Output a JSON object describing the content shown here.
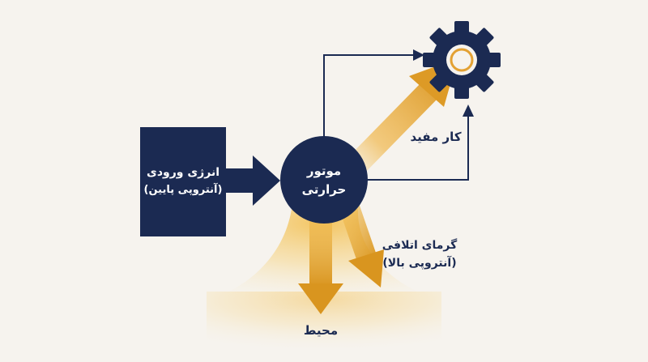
{
  "input_box": {
    "line1": "انرژی ورودی",
    "line2": "(آنتروپی پایین)"
  },
  "engine": {
    "line1": "موتور",
    "line2": "حرارتی"
  },
  "useful_work": {
    "label": "کار مفید"
  },
  "waste_heat": {
    "line1": "گرمای اتلافی",
    "line2": "(آنتروپی بالا)"
  },
  "environment": {
    "label": "محیط"
  },
  "colors": {
    "navy": "#1b2a52",
    "orange": "#e0a02e",
    "background": "#f6f3ee",
    "gear_ring": "#e3a133"
  },
  "icons": [
    "gear-icon"
  ]
}
